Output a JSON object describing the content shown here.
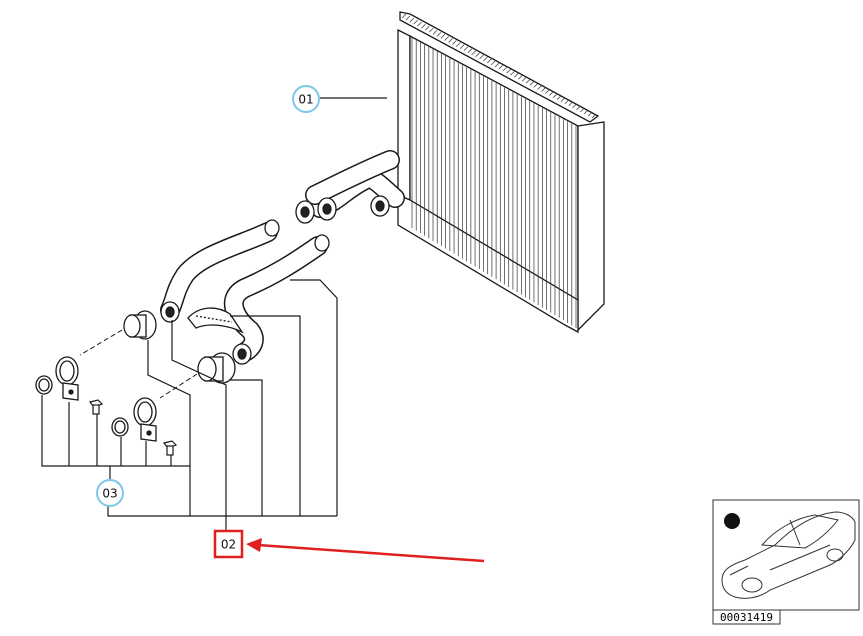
{
  "callouts": {
    "c01": "01",
    "c02": "02",
    "c03": "03"
  },
  "thumbnail": {
    "reference_number": "00031419"
  },
  "colors": {
    "line": "#1a1a1a",
    "callout_circle": "#7fc7e8",
    "highlight": "#e02020"
  }
}
